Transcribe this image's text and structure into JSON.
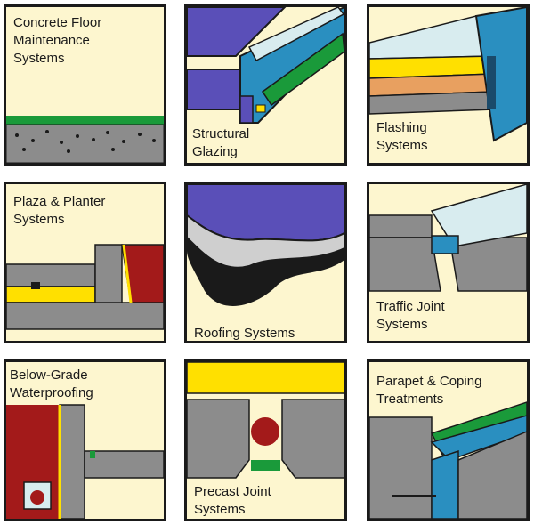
{
  "tiles": [
    {
      "label": "Concrete Floor\nMaintenance\nSystems"
    },
    {
      "label": "Structural\nGlazing"
    },
    {
      "label": "Flashing\nSystems"
    },
    {
      "label": "Plaza & Planter\nSystems"
    },
    {
      "label": "Roofing Systems"
    },
    {
      "label": "Traffic Joint\nSystems"
    },
    {
      "label": "Below-Grade\nWaterproofing"
    },
    {
      "label": "Precast Joint\nSystems"
    },
    {
      "label": "Parapet & Coping\nTreatments"
    }
  ],
  "colors": {
    "tile_background": "#fdf6cf",
    "concrete": "#8c8c8c",
    "membrane_green": "#1a9a3a",
    "glazing_purple": "#5a4fb8",
    "metal_blue": "#2a8fc0",
    "sealant_yellow": "#ffe000",
    "soil_red": "#a31a1a",
    "outline": "#1a1a1a"
  }
}
